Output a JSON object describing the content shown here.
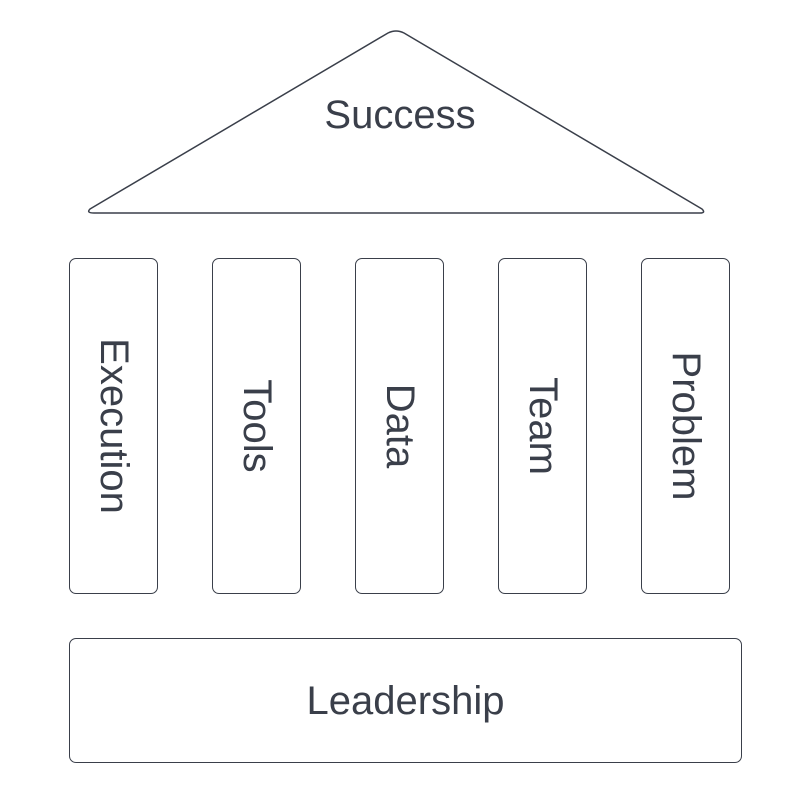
{
  "roof": {
    "label": "Success"
  },
  "pillars": [
    {
      "label": "Execution"
    },
    {
      "label": "Tools"
    },
    {
      "label": "Data"
    },
    {
      "label": "Team"
    },
    {
      "label": "Problem"
    }
  ],
  "foundation": {
    "label": "Leadership"
  },
  "colors": {
    "stroke": "#3a3f4a",
    "text": "#3a3f4a",
    "background": "#ffffff"
  }
}
